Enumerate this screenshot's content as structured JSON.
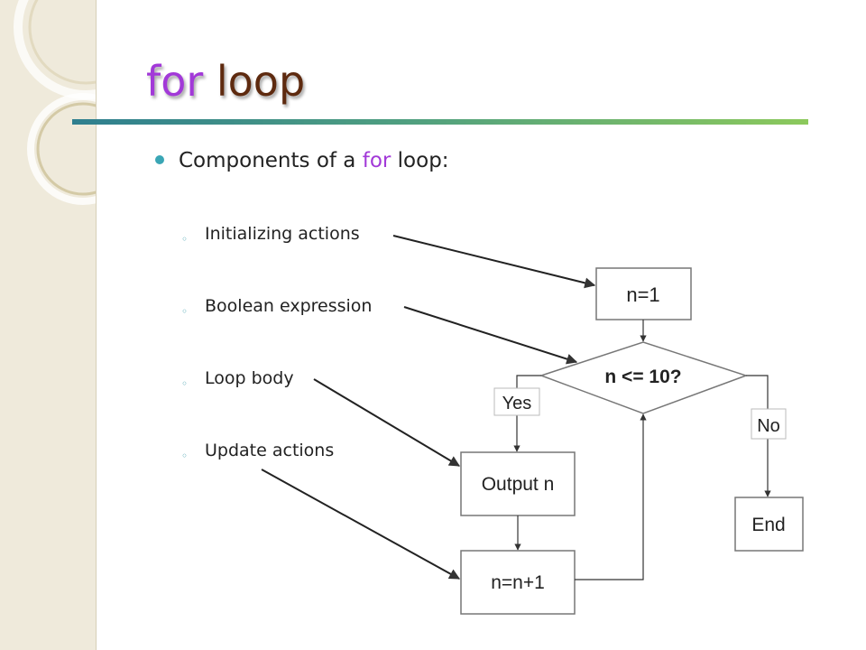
{
  "slide": {
    "title_keyword": "for",
    "title_rest": " loop",
    "bullet_prefix": "Components of a ",
    "bullet_keyword": "for",
    "bullet_suffix": " loop:",
    "sub_items": [
      "Initializing actions",
      "Boolean expression",
      "Loop body",
      "Update actions"
    ]
  },
  "flowchart": {
    "init": "n=1",
    "condition": "n <= 10?",
    "yes_label": "Yes",
    "no_label": "No",
    "body": "Output n",
    "update": "n=n+1",
    "end": "End"
  },
  "colors": {
    "title_keyword": "#a239d8",
    "title_rest": "#5e2a0f",
    "bullet_dot": "#3aa6b5",
    "accent_rule": "#2f7f8f"
  }
}
